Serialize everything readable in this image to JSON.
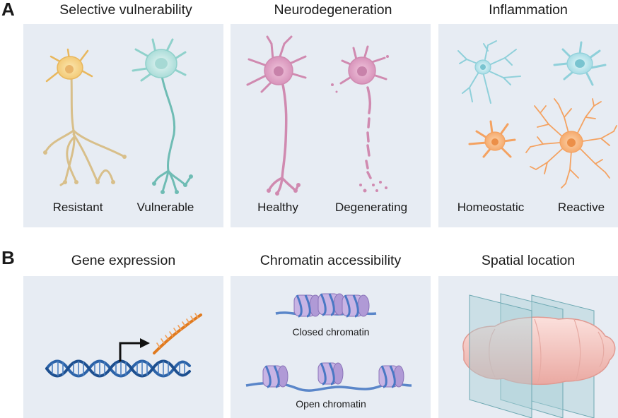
{
  "section_a": {
    "letter": "A",
    "panels": [
      {
        "title": "Selective vulnerability",
        "labels": [
          "Resistant",
          "Vulnerable"
        ]
      },
      {
        "title": "Neurodegeneration",
        "labels": [
          "Healthy",
          "Degenerating"
        ]
      },
      {
        "title": "Inflammation",
        "labels": [
          "Homeostatic",
          "Reactive"
        ]
      }
    ]
  },
  "section_b": {
    "letter": "B",
    "panels": [
      {
        "title": "Gene expression"
      },
      {
        "title": "Chromatin accessibility",
        "labels": [
          "Closed chromatin",
          "Open chromatin"
        ]
      },
      {
        "title": "Spatial location"
      }
    ]
  },
  "colors": {
    "panel_bg": "#e7ecf3",
    "resistant_neuron": "#d9b96d",
    "vulnerable_neuron": "#7cc5bf",
    "healthy_neuron": "#c77ba3",
    "homeostatic_microglia": "#8fd0da",
    "reactive_microglia": "#f2a05c",
    "dna": "#2c63a8",
    "rna": "#e07a1f",
    "nucleosome": "#b6a3d8",
    "brain": "#f2c2bc",
    "plane": "#a9d0d6"
  }
}
